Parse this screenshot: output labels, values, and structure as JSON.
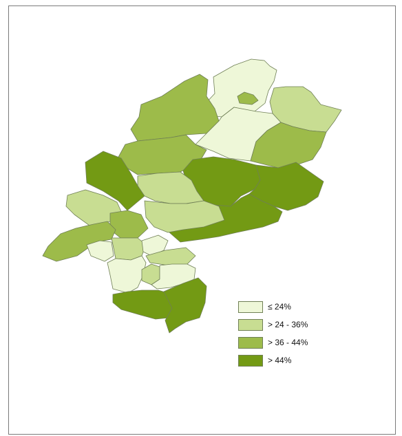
{
  "map": {
    "classes": [
      {
        "label": "≤ 24%",
        "color": "#eef7d8"
      },
      {
        "label": "> 24 - 36%",
        "color": "#c8dd92"
      },
      {
        "label": "> 36 - 44%",
        "color": "#9dbb4a"
      },
      {
        "label": "> 44%",
        "color": "#739a14"
      }
    ]
  },
  "legend": {
    "items": [
      {
        "label": "≤ 24%"
      },
      {
        "label": "> 24 - 36%"
      },
      {
        "label": "> 36 - 44%"
      },
      {
        "label": "> 44%"
      }
    ]
  }
}
